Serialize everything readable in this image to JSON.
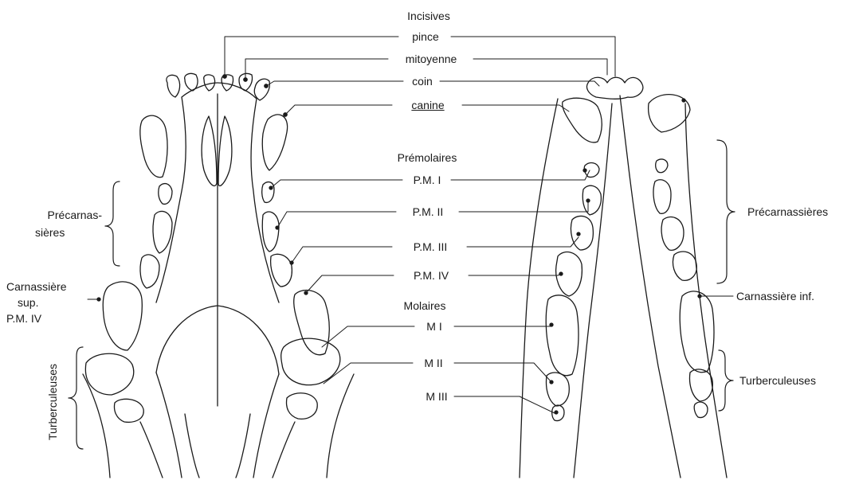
{
  "labels": {
    "incisives": "Incisives",
    "pince": "pince",
    "mitoyenne": "mitoyenne",
    "coin": "coin",
    "canine": "canine",
    "premolaires": "Prémolaires",
    "pm1": "P.M. I",
    "pm2": "P.M. II",
    "pm3": "P.M. III",
    "pm4": "P.M. IV",
    "molaires": "Molaires",
    "m1": "M I",
    "m2": "M II",
    "m3": "M III",
    "precarnassieres_left_1": "Précarnas-",
    "precarnassieres_left_2": "sières",
    "carnassiere_sup_1": "Carnassière",
    "carnassiere_sup_2": "sup.",
    "carnassiere_sup_3": "P.M. IV",
    "tuberculeuses_left": "Turberculeuses",
    "precarnassieres_right": "Précarnassières",
    "carnassiere_inf": "Carnassière inf.",
    "tuberculeuses_right": "Turberculeuses"
  },
  "colors": {
    "ink": "#1a1a1a",
    "paper": "#ffffff"
  }
}
